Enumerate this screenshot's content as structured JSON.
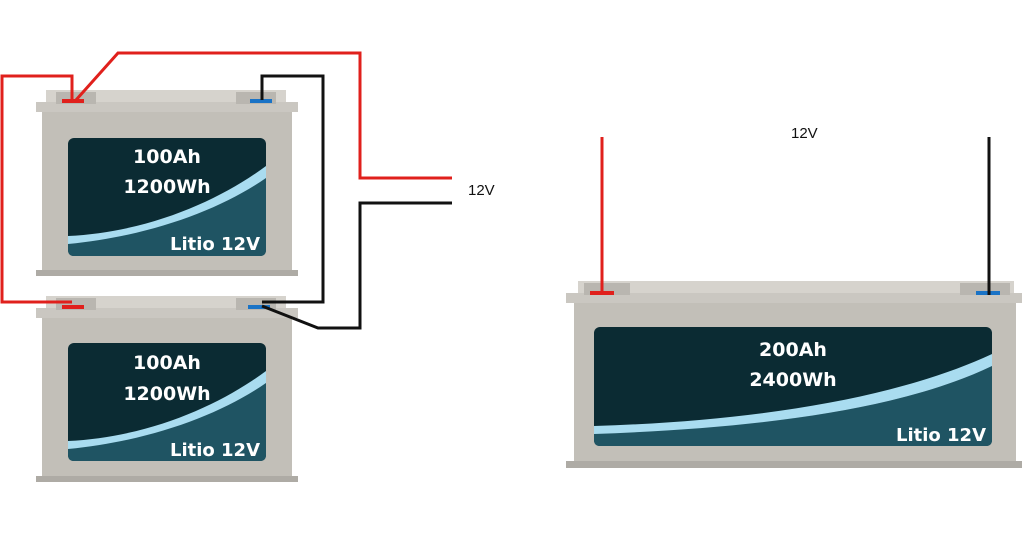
{
  "diagram": {
    "parallel_output_label": "12V",
    "single_output_label": "12V",
    "batteries": [
      {
        "capacity": "100Ah",
        "energy": "1200Wh",
        "type": "Litio 12V"
      },
      {
        "capacity": "100Ah",
        "energy": "1200Wh",
        "type": "Litio 12V"
      },
      {
        "capacity": "200Ah",
        "energy": "2400Wh",
        "type": "Litio 12V"
      }
    ],
    "colors": {
      "positive_wire": "#e0201c",
      "negative_wire": "#111111",
      "case": "#c2bfb8",
      "case_top": "#cfccc6",
      "lid": "#d9d6d0",
      "panel": "#0b2b33",
      "panel_lower": "#1f5463",
      "swoosh": "#a9dcf0",
      "positive_terminal": "#e0201c",
      "negative_terminal": "#1a73c6"
    }
  }
}
